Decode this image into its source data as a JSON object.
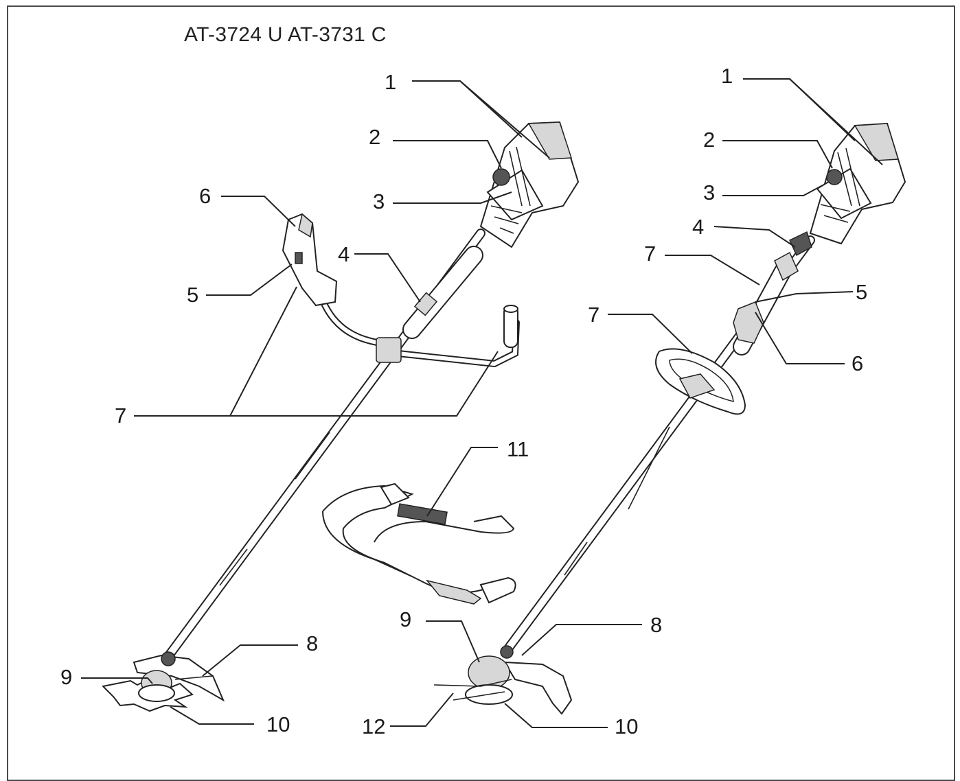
{
  "header": {
    "title": "AT-3724 U AT-3731 C"
  },
  "left_tool": {
    "callouts": [
      "1",
      "2",
      "3",
      "4",
      "5",
      "6",
      "7",
      "8",
      "9",
      "10"
    ]
  },
  "right_tool": {
    "callouts": [
      "1",
      "2",
      "3",
      "4",
      "5",
      "6",
      "7",
      "7",
      "8",
      "9",
      "10",
      "12"
    ]
  },
  "strap": {
    "callouts": [
      "11"
    ]
  }
}
